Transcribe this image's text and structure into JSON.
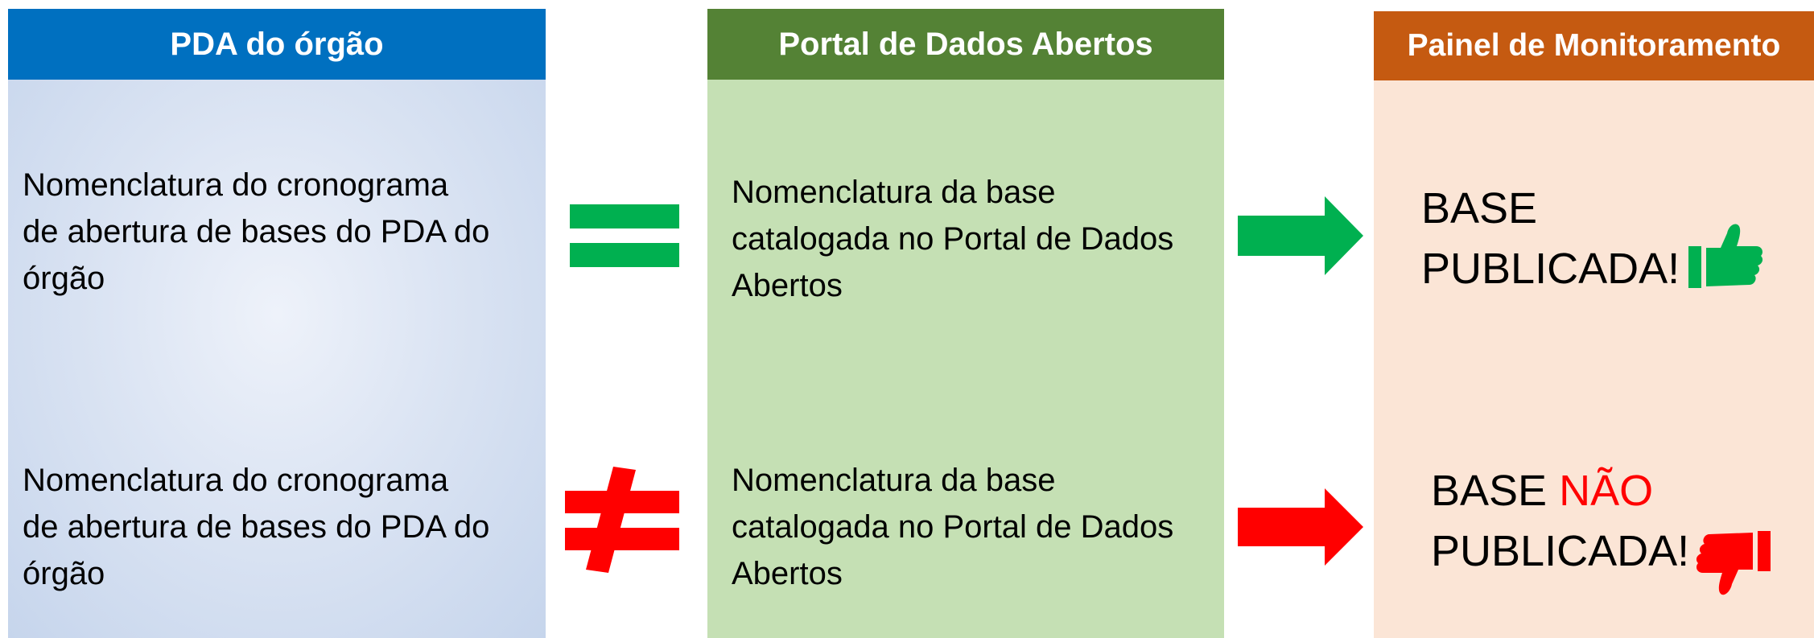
{
  "columns": {
    "pda": {
      "header": "PDA do órgão"
    },
    "portal": {
      "header": "Portal de Dados Abertos"
    },
    "painel": {
      "header": "Painel de Monitoramento"
    }
  },
  "rows": [
    {
      "pda_text": "Nomenclatura do cronograma\nde abertura de bases do PDA do\nórgão",
      "comparison": "equal-sign",
      "portal_text": "Nomenclatura da base\ncatalogada no Portal de Dados\nAbertos",
      "arrow_color": "#00b050",
      "status_line1": "BASE",
      "status_line2": "PUBLICADA!",
      "icon": "thumbs-up-icon"
    },
    {
      "pda_text": "Nomenclatura do cronograma\nde abertura de bases do PDA do\nórgão",
      "comparison": "not-equal-sign",
      "portal_text": "Nomenclatura da base\ncatalogada no Portal de Dados\nAbertos",
      "arrow_color": "#ff0000",
      "status_word1": "BASE",
      "status_word2": "NÃO",
      "status_line2": "PUBLICADA!",
      "icon": "thumbs-down-icon"
    }
  ],
  "colors": {
    "pda_header": "#0070c0",
    "portal_header": "#548235",
    "painel_header": "#c55a11",
    "green": "#00b050",
    "red": "#ff0000"
  }
}
